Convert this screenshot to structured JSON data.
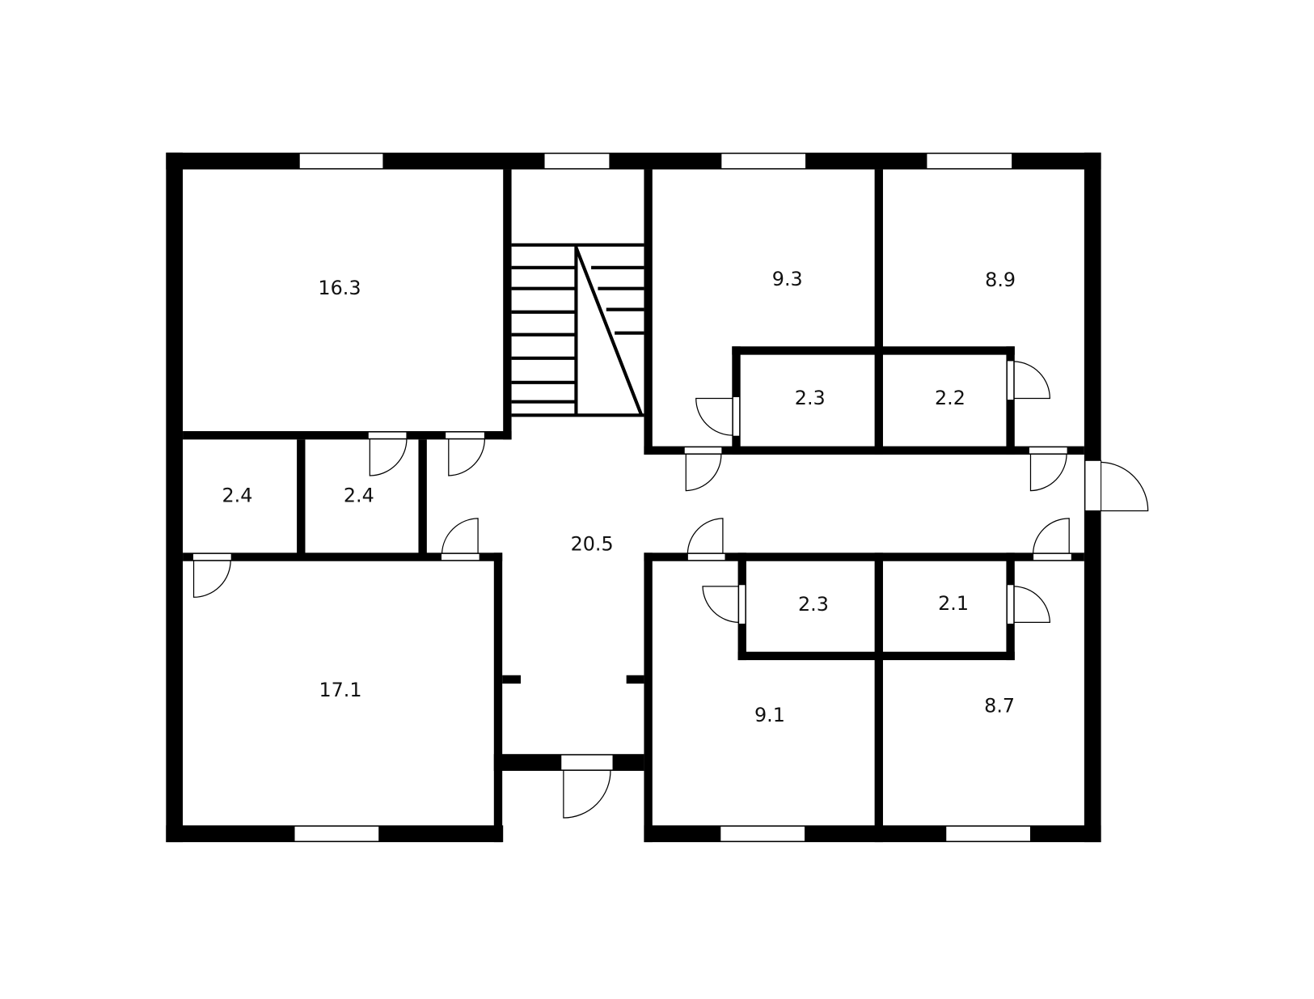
{
  "plan": {
    "type": "floor-plan",
    "wall_color": "#000000",
    "background_color": "#ffffff",
    "rooms": [
      {
        "id": "room-top-left",
        "area": "16.3"
      },
      {
        "id": "room-top-mid-right",
        "area": "9.3"
      },
      {
        "id": "room-top-right",
        "area": "8.9"
      },
      {
        "id": "closet-top-a",
        "area": "2.3"
      },
      {
        "id": "closet-top-b",
        "area": "2.2"
      },
      {
        "id": "closet-left-a",
        "area": "2.4"
      },
      {
        "id": "closet-left-b",
        "area": "2.4"
      },
      {
        "id": "hall-central",
        "area": "20.5"
      },
      {
        "id": "closet-bottom-a",
        "area": "2.3"
      },
      {
        "id": "closet-bottom-b",
        "area": "2.1"
      },
      {
        "id": "room-bottom-left",
        "area": "17.1"
      },
      {
        "id": "room-bottom-mid-right",
        "area": "9.1"
      },
      {
        "id": "room-bottom-right",
        "area": "8.7"
      }
    ],
    "icons": {
      "door": "door-swing-icon",
      "window": "window-icon",
      "stairs": "staircase-icon"
    }
  }
}
